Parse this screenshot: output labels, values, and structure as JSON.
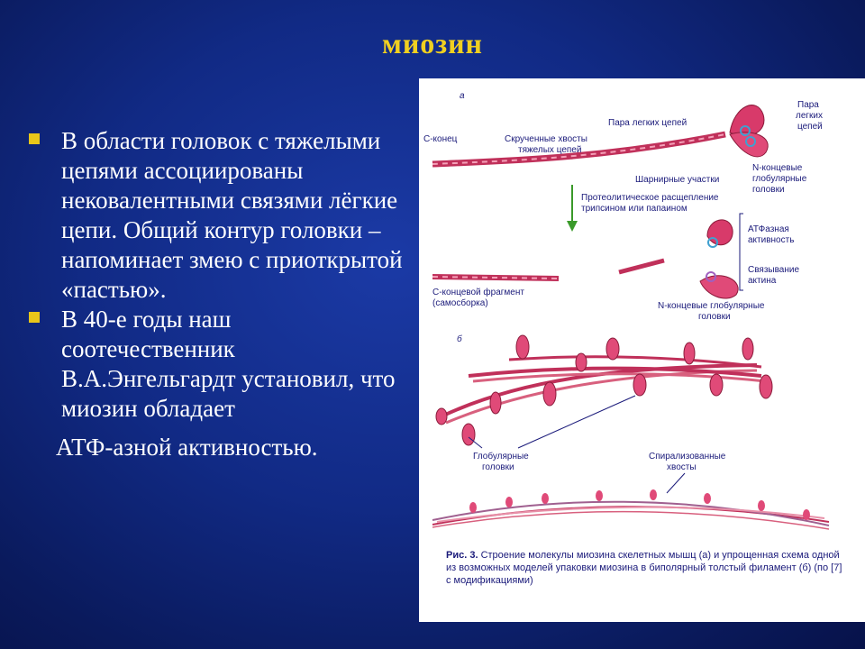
{
  "slide": {
    "title": "миозин",
    "bullets": [
      "В области головок с тяжелыми цепями ассоциированы нековалентными связями лёгкие цепи. Общий контур головки – напоминает змею с приоткрытой «пастью».",
      "В 40-е годы наш соотечественник В.А.Энгельгардт установил, что миозин обладает"
    ],
    "continuation": "АТФ-азной активностью."
  },
  "figure": {
    "panel_a": "а",
    "panel_b": "б",
    "labels": {
      "light_pair_top": "Пара легких цепей",
      "light_pair_right_1": "Пара",
      "light_pair_right_2": "легких",
      "light_pair_right_3": "цепей",
      "c_end": "С-конец",
      "twisted_tails_1": "Скрученные хвосты",
      "twisted_tails_2": "тяжелых цепей",
      "hinge": "Шарнирные участки",
      "n_heads_1": "N-концевые",
      "n_heads_2": "глобулярные",
      "n_heads_3": "головки",
      "proteolysis_1": "Протеолитическое расщепление",
      "proteolysis_2": "трипсином или папаином",
      "atpase_1": "АТФазная",
      "atpase_2": "активность",
      "actin_1": "Связывание",
      "actin_2": "актина",
      "c_fragment_1": "С-концевой фрагмент",
      "c_fragment_2": "(самосборка)",
      "n_heads2_1": "N-концевые глобулярные",
      "n_heads2_2": "головки",
      "glob_heads_1": "Глобулярные",
      "glob_heads_2": "головки",
      "spiral_tails_1": "Спирализованные",
      "spiral_tails_2": "хвосты"
    },
    "caption_bold": "Рис. 3.",
    "caption_text": "Строение молекулы миозина скелетных мышц (а) и упрощенная схема одной из возможных моделей упаковки миозина в биполярный толстый филамент (б) (по [7] с модификациями)"
  },
  "colors": {
    "title": "#f0d020",
    "bullet": "#e8c61a",
    "text": "#ffffff",
    "myosin": "#d83a6a",
    "label": "#1a1a7a",
    "arrow": "#3a9a2a"
  }
}
